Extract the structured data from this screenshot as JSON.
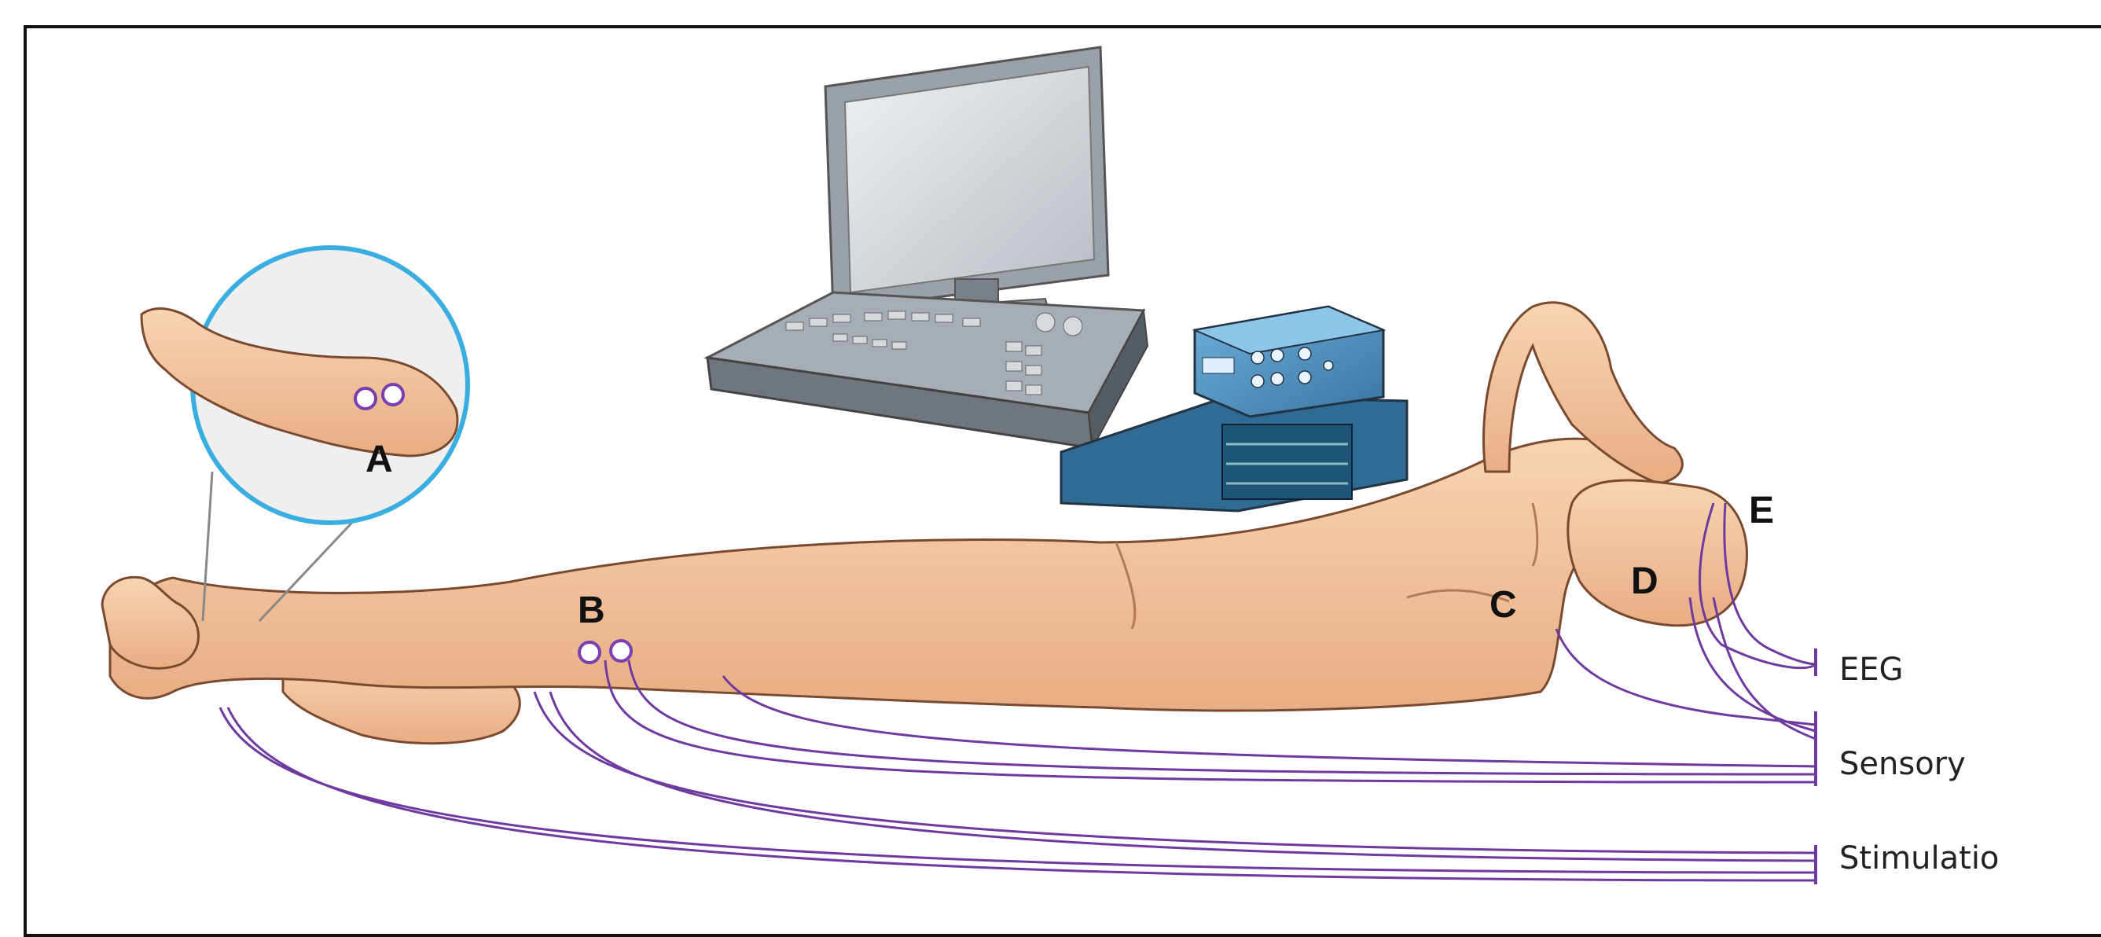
{
  "labels": {
    "a": "A",
    "b": "B",
    "c": "C",
    "d": "D",
    "e": "E"
  },
  "legend": {
    "eeg": "EEG",
    "sensory": "Sensory",
    "stimulation": "Stimulatio"
  },
  "colors": {
    "skin": "#f5c9a3",
    "skin_shadow": "#d89c74",
    "wire": "#6e3aa0",
    "electrode": "#7a3fb0",
    "circle_border": "#3aaee0",
    "monitor": "#c9cdd2",
    "console": "#8a9097",
    "stim_box": "#4b88b5"
  },
  "icons": [
    "monitor-icon",
    "keyboard-console-icon",
    "stimulator-box-icon",
    "electrode-icon",
    "ankle-magnifier-icon"
  ]
}
